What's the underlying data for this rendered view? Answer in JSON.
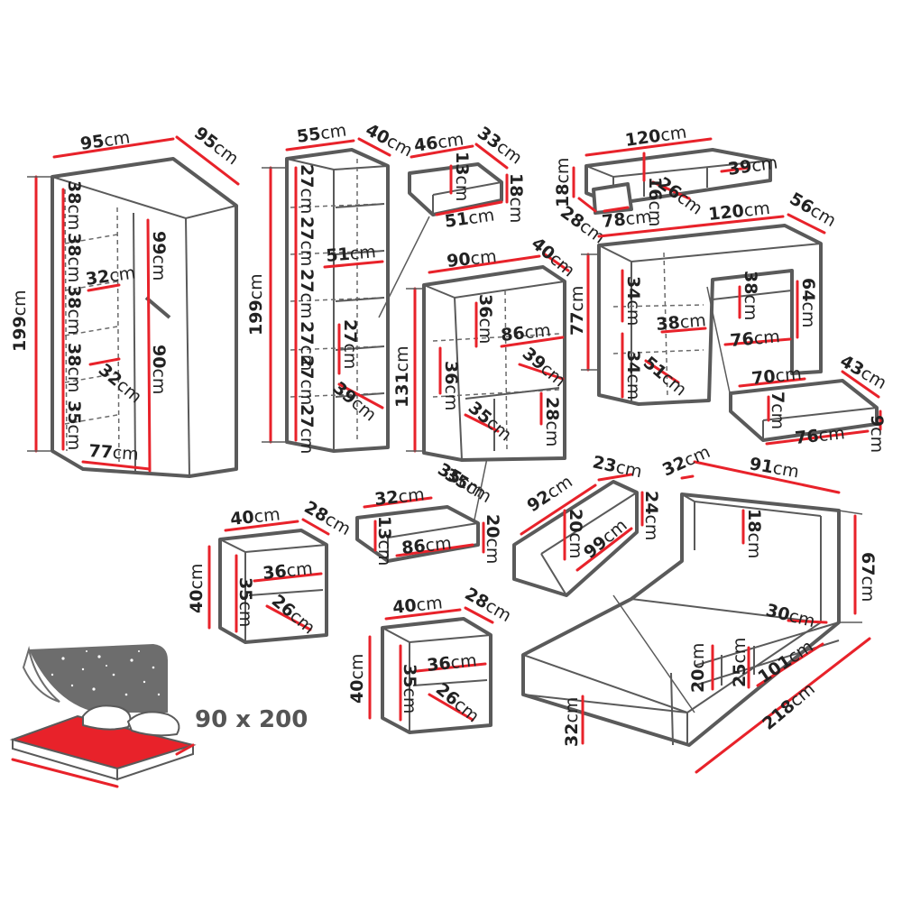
{
  "colors": {
    "outline": "#5a5a5a",
    "dimension": "#e8222a",
    "text": "#222222",
    "sheet": "#e8222a",
    "night": "#6d6d6d"
  },
  "wardrobe": {
    "width": "95",
    "depth": "95",
    "height": "199",
    "shelves": [
      "38",
      "38",
      "38",
      "38",
      "35"
    ],
    "inner_width": "32",
    "inner_depth": "32",
    "door_height": "99",
    "hang_height": "90",
    "base": "77"
  },
  "bookcase": {
    "width": "55",
    "depth": "40",
    "height": "199",
    "shelves": [
      "27",
      "27",
      "27",
      "27",
      "27",
      "27"
    ],
    "inner_width": "51",
    "compartment": "27",
    "inner_depth": "39"
  },
  "drawer_small": {
    "width": "46",
    "depth": "33",
    "inner_h": "13",
    "height": "18",
    "front": "51"
  },
  "wall_shelf": {
    "width": "120",
    "height": "18",
    "depth": "28",
    "inner_h": "16",
    "inner_w": "26",
    "base": "78",
    "side": "39"
  },
  "desk": {
    "width": "120",
    "depth": "56",
    "height": "77",
    "upper": "34",
    "lower": "34",
    "drawer_h": "38",
    "opening_w": "38",
    "opening_d": "51",
    "leg_h": "64",
    "knee_w": "76"
  },
  "desk_drawer": {
    "width": "70",
    "depth": "43",
    "inner_h": "7",
    "front": "76",
    "height": "9"
  },
  "cabinet": {
    "width": "90",
    "depth": "40",
    "height": "131",
    "top_h": "36",
    "inner_w": "86",
    "side_h": "36",
    "inner_d": "39",
    "bottom_d": "35",
    "bottom_h": "28",
    "plinth": "35"
  },
  "cabinet_drawer": {
    "width": "32",
    "depth": "35",
    "inner_h": "13",
    "front": "86",
    "height": "20"
  },
  "bed_drawer": {
    "width": "92",
    "depth": "23",
    "inner_h": "20",
    "front": "99",
    "height": "24"
  },
  "nightstand1": {
    "width": "40",
    "depth": "28",
    "height": "40",
    "inner_w": "36",
    "inner_h": "35",
    "inner_d": "26"
  },
  "nightstand2": {
    "width": "40",
    "depth": "28",
    "height": "40",
    "inner_w": "36",
    "inner_h": "35",
    "inner_d": "26"
  },
  "bed": {
    "depth": "32",
    "width": "91",
    "headboard": "18",
    "height": "67",
    "drawer_d": "30",
    "drawer_h1": "20",
    "drawer_h2": "25",
    "drawer_w": "101",
    "base_h": "32",
    "length": "218"
  },
  "unit": "cm",
  "mattress_caption": "90 x 200",
  "icons": [
    "moon-icon",
    "star-icon",
    "pillow-icon",
    "mattress-icon"
  ]
}
